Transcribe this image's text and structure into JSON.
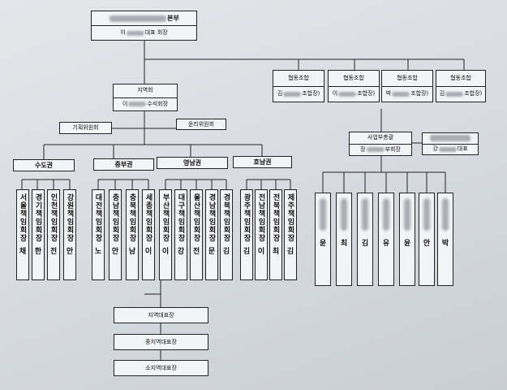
{
  "top": {
    "title": "본부",
    "role": "대표 회장",
    "prefix": "이"
  },
  "region": {
    "title": "지역회",
    "prefix": "이",
    "role": "수석회장"
  },
  "committees": [
    "기획위원회",
    "윤리위원회"
  ],
  "unions": [
    {
      "title": "협동조합",
      "name": "김",
      "role": "조합장)"
    },
    {
      "title": "협동조합",
      "name": "이",
      "role": "조합장)"
    },
    {
      "title": "협동조합",
      "name": "박",
      "role": "조합장)"
    },
    {
      "title": "협동조합",
      "name": "김",
      "role": "조합장)"
    }
  ],
  "business": {
    "title": "사업부총괄",
    "prefix": "장",
    "role": "부회장"
  },
  "company": {
    "name": "강",
    "role": "대표"
  },
  "areas": [
    {
      "label": "수도권",
      "items": [
        {
          "title": "서울책임회장",
          "name": "채"
        },
        {
          "title": "경기책임회장",
          "name": "한"
        },
        {
          "title": "인천책임회장",
          "name": "전"
        },
        {
          "title": "강원책임회장",
          "name": "안"
        }
      ]
    },
    {
      "label": "중부권",
      "items": [
        {
          "title": "대전책임회장",
          "name": "노"
        },
        {
          "title": "충남책임회장",
          "name": "안"
        },
        {
          "title": "충북책임회장",
          "name": "남"
        },
        {
          "title": "세종책임회장",
          "name": "이"
        }
      ]
    },
    {
      "label": "영남권",
      "items": [
        {
          "title": "부산책임회장",
          "name": "이"
        },
        {
          "title": "대구책임회장",
          "name": "강"
        },
        {
          "title": "울산책임회장",
          "name": "전"
        },
        {
          "title": "경남책임회장",
          "name": "문"
        },
        {
          "title": "경북책임회장",
          "name": "김"
        }
      ]
    },
    {
      "label": "호남권",
      "items": [
        {
          "title": "광주책임회장",
          "name": "김"
        },
        {
          "title": "전남책임회장",
          "name": "이"
        },
        {
          "title": "전북책임회장",
          "name": "최"
        },
        {
          "title": "제주책임회장",
          "name": "김"
        }
      ]
    }
  ],
  "business_staff": [
    "윤",
    "최",
    "김",
    "유",
    "윤",
    "안",
    "박"
  ],
  "lower": [
    "지역대표장",
    "중지역대표장",
    "소지역대표장"
  ]
}
